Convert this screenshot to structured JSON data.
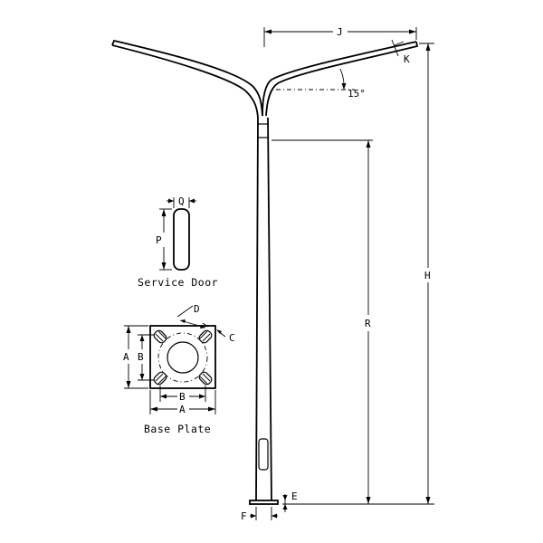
{
  "labels": {
    "J": "J",
    "K": "K",
    "angle": "15°",
    "H": "H",
    "R": "R",
    "E": "E",
    "F": "F",
    "Q": "Q",
    "P": "P",
    "service_door": "Service Door",
    "D": "D",
    "C": "C",
    "A_vert": "A",
    "B_vert": "B",
    "B_horiz": "B",
    "A_horiz": "A",
    "base_plate": "Base Plate"
  }
}
